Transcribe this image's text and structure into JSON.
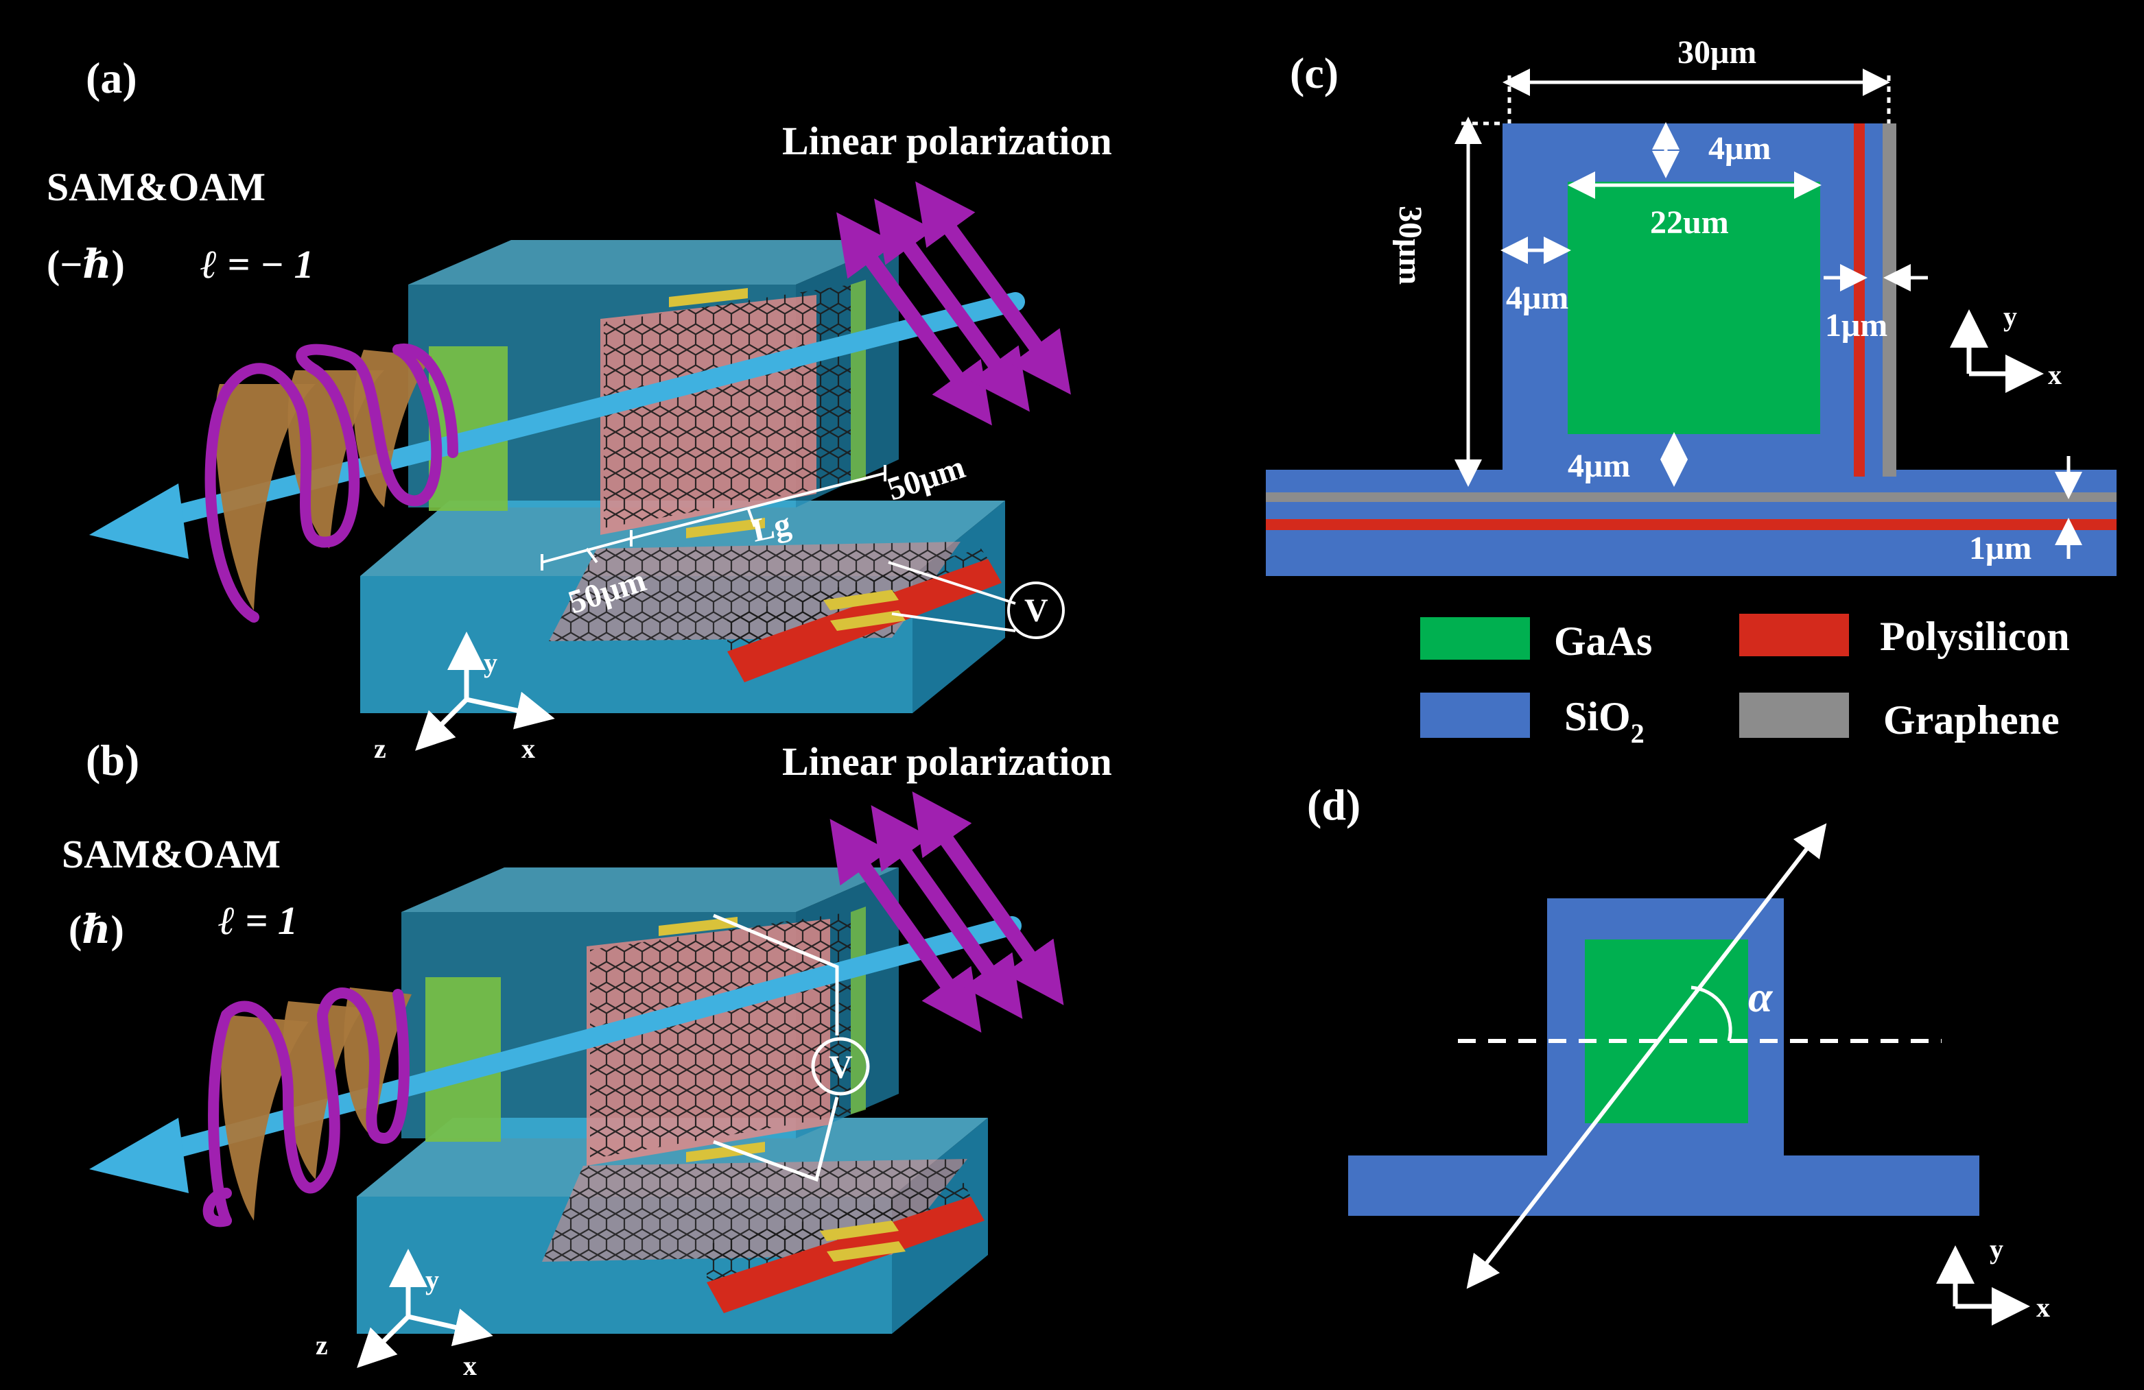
{
  "panels": {
    "a": {
      "label": "(a)",
      "title": "Linear polarization",
      "mode": "SAM&OAM",
      "spin": "(−ℏ)",
      "ell": "ℓ = − 1",
      "dim_50_right": "50μm",
      "dim_50_left": "50μm",
      "dim_lg": "Lg",
      "voltmeter": "V",
      "axes": {
        "x": "x",
        "y": "y",
        "z": "z"
      }
    },
    "b": {
      "label": "(b)",
      "title": "Linear polarization",
      "mode": "SAM&OAM",
      "spin": "(ℏ)",
      "ell": "ℓ = 1",
      "voltmeter": "V",
      "axes": {
        "x": "x",
        "y": "y",
        "z": "z"
      }
    },
    "c": {
      "label": "(c)",
      "dims": {
        "width": "30μm",
        "height": "30μm",
        "top_gap": "4μm",
        "core": "22um",
        "left_gap": "4μm",
        "right_gap": "1μm",
        "bottom_gap": "4μm",
        "layer": "1μm"
      },
      "axes": {
        "x": "x",
        "y": "y"
      },
      "legend": [
        {
          "name": "GaAs",
          "color": "#00b050"
        },
        {
          "name": "Polysilicon",
          "color": "#d42a1c"
        },
        {
          "name": "SiO",
          "sub": "2",
          "color": "#4472c4"
        },
        {
          "name": "Graphene",
          "color": "#8c8c8c"
        }
      ]
    },
    "d": {
      "label": "(d)",
      "angle": "α",
      "axes": {
        "x": "x",
        "y": "y"
      }
    }
  },
  "colors": {
    "sio2": "#4472c4",
    "gaas": "#00b050",
    "poly": "#d42a1c",
    "graphene": "#8c8c8c",
    "beam": "#3fb1e0",
    "helix": "#a020b0",
    "wave": "#a9783c",
    "gold": "#d9c23a",
    "box": "#35b7e2"
  }
}
